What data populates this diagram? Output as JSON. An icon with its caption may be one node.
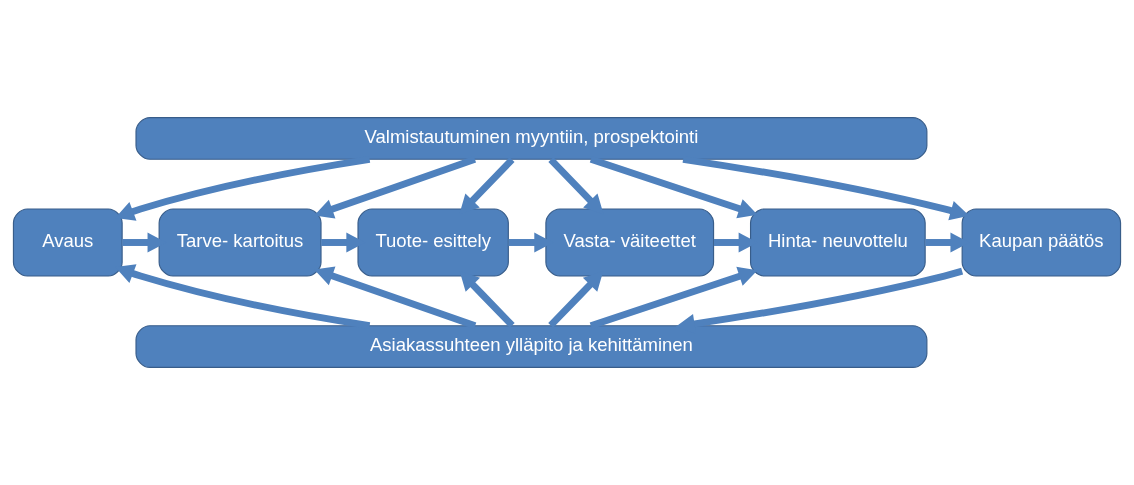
{
  "diagram": {
    "nodes": [
      {
        "text": [
          "Valmistautuminen myyntiin, prospektointi"
        ]
      },
      {
        "text": [
          "Avaus"
        ]
      },
      {
        "text": [
          "Tarve- kartoitus"
        ]
      },
      {
        "text": [
          "Tuote- esittely"
        ]
      },
      {
        "text": [
          "Vasta- väiteettet"
        ]
      },
      {
        "text": [
          "Hinta- neuvottelu"
        ]
      },
      {
        "text": [
          "Kaupan päätös"
        ]
      },
      {
        "text": [
          "Asiakassuhteen ylläpito ja kehittäminen"
        ]
      }
    ],
    "edges": [
      {
        "from": 0,
        "to": 1,
        "arrow": "to"
      },
      {
        "from": 0,
        "to": 2,
        "arrow": "to"
      },
      {
        "from": 0,
        "to": 3,
        "arrow": "to"
      },
      {
        "from": 0,
        "to": 4,
        "arrow": "to"
      },
      {
        "from": 0,
        "to": 5,
        "arrow": "to"
      },
      {
        "from": 0,
        "to": 6,
        "arrow": "to"
      },
      {
        "from": 1,
        "to": 2,
        "arrow": "to"
      },
      {
        "from": 2,
        "to": 3,
        "arrow": "to"
      },
      {
        "from": 3,
        "to": 4,
        "arrow": "to"
      },
      {
        "from": 4,
        "to": 5,
        "arrow": "to"
      },
      {
        "from": 5,
        "to": 6,
        "arrow": "to"
      },
      {
        "from": 6,
        "to": 7,
        "arrow": "to"
      },
      {
        "from": 7,
        "to": 2,
        "arrow": "to"
      },
      {
        "from": 7,
        "to": 3,
        "arrow": "to"
      },
      {
        "from": 7,
        "to": 4,
        "arrow": "to"
      },
      {
        "from": 7,
        "to": 5,
        "arrow": "to"
      },
      {
        "from": 7,
        "to": 1,
        "arrow": "to"
      }
    ]
  }
}
